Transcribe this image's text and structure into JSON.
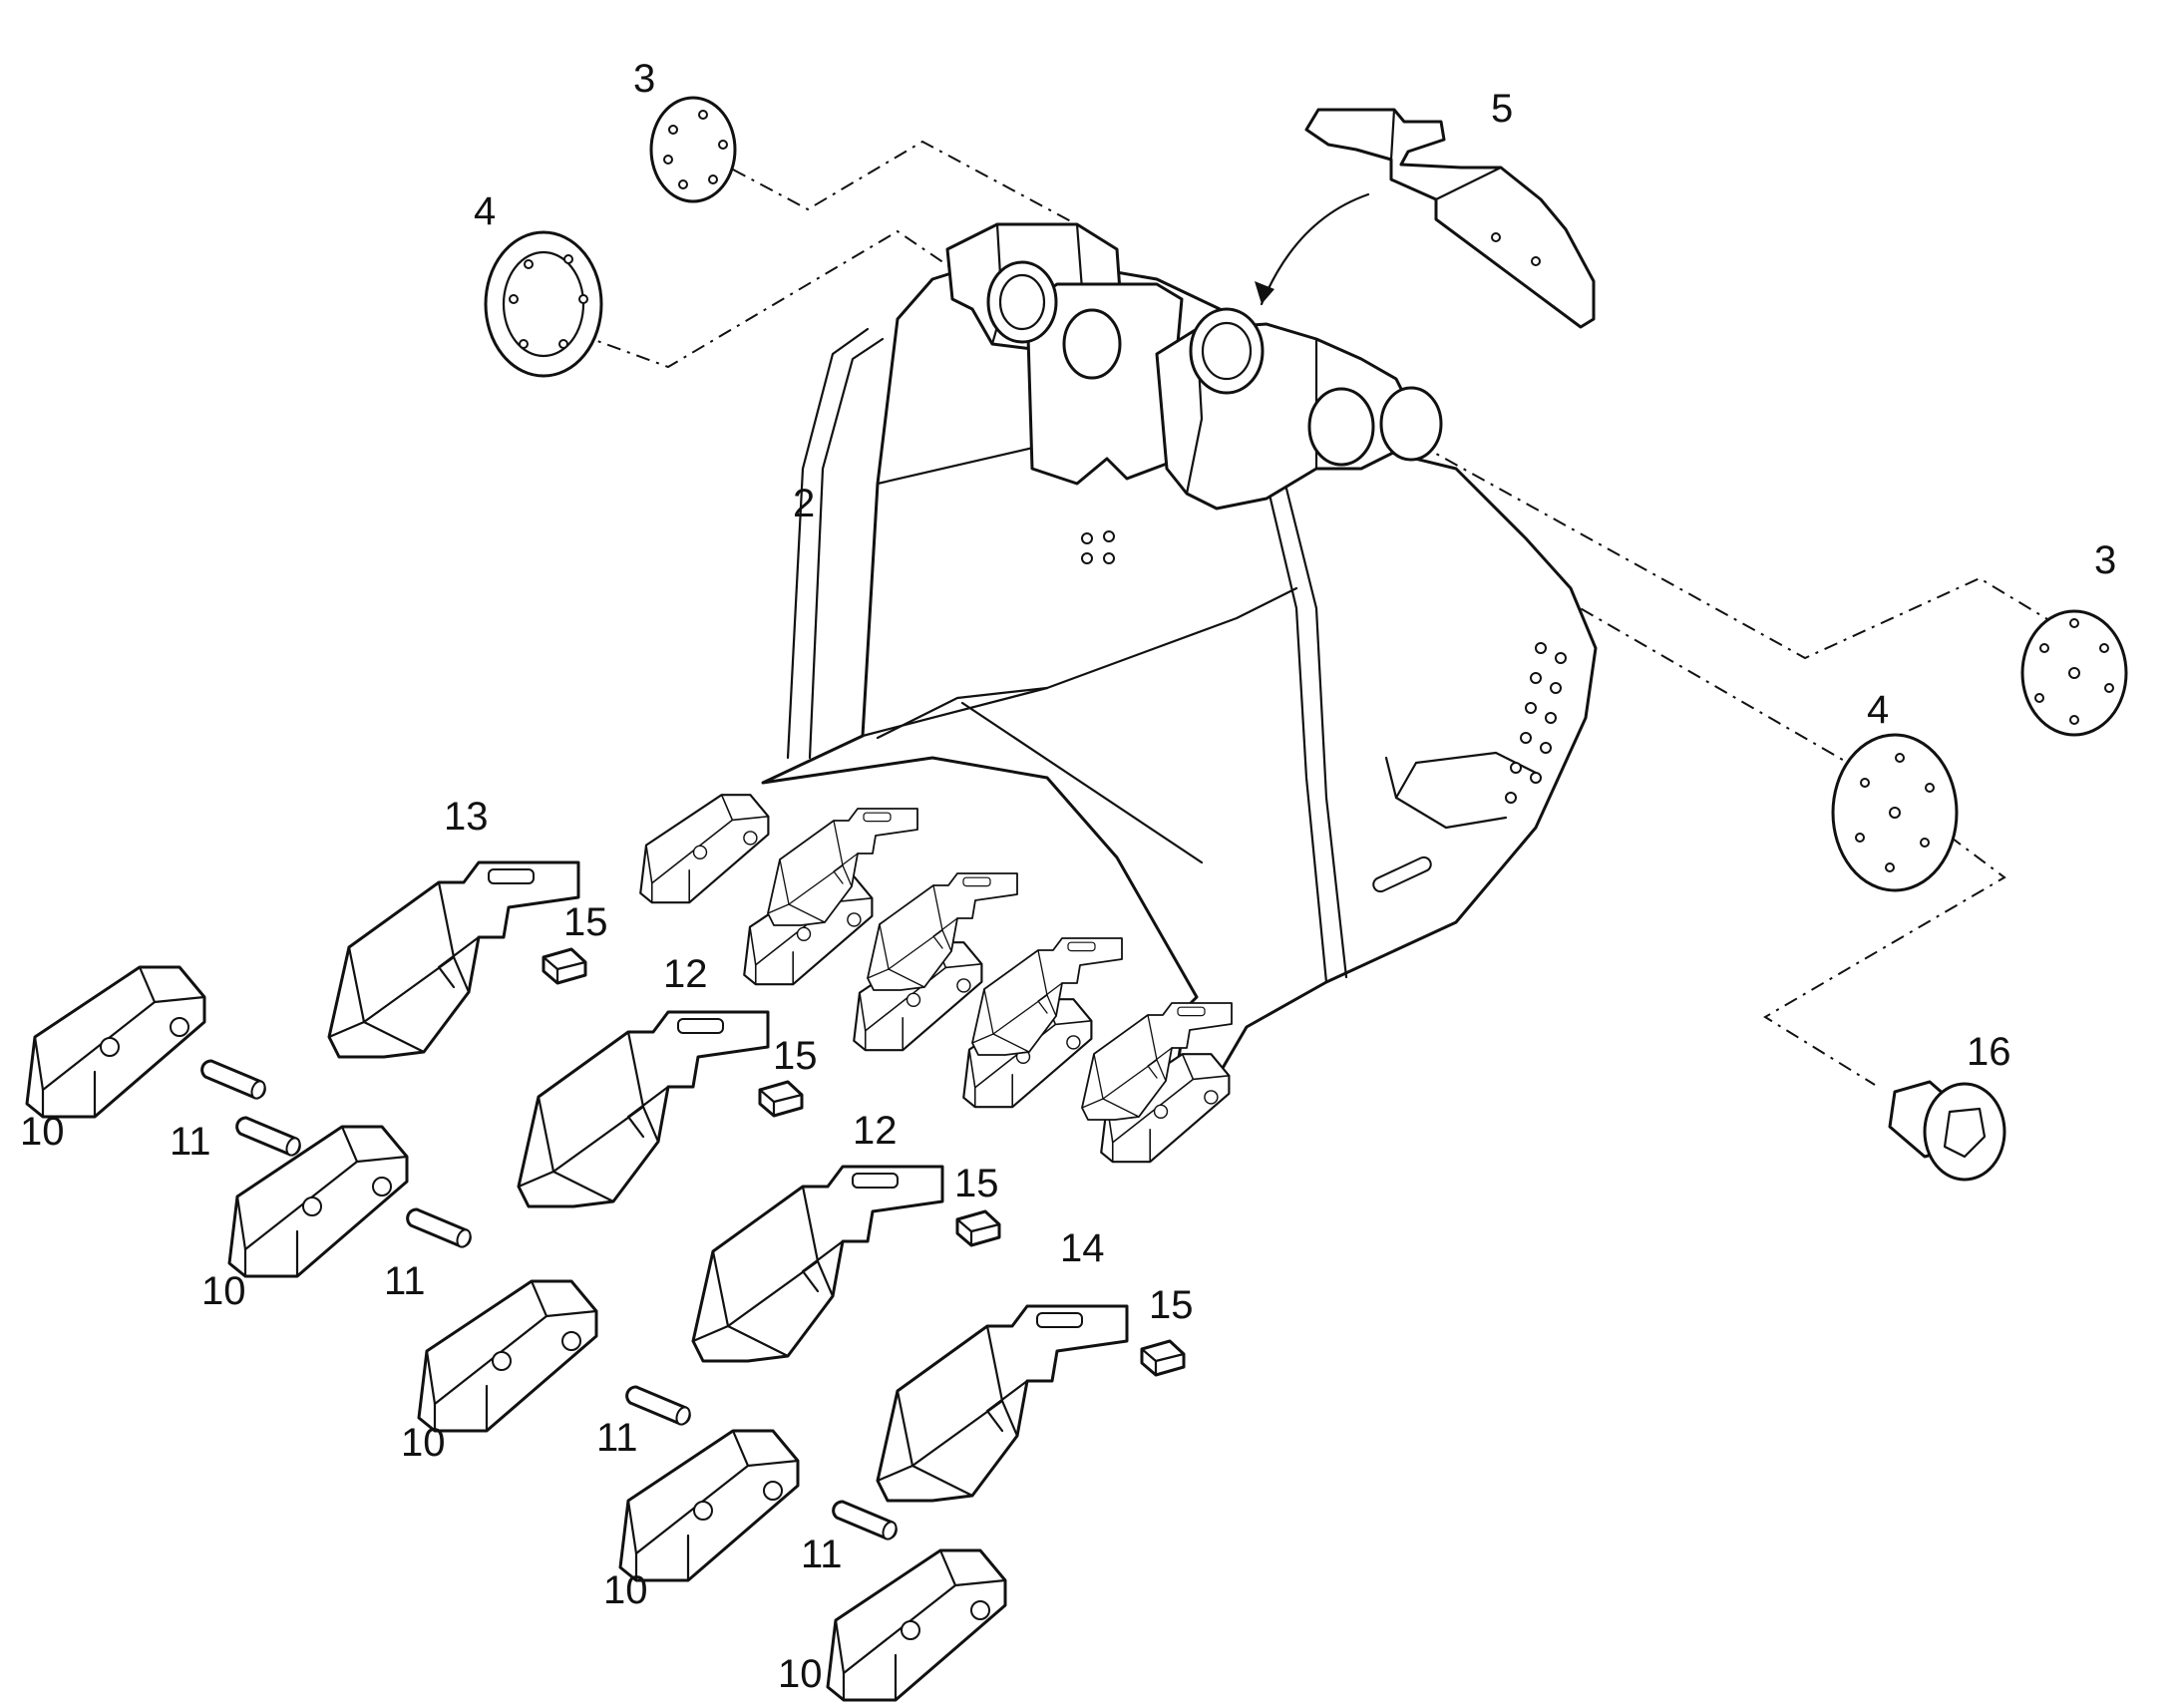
{
  "labels": {
    "bucket": "2",
    "cover_top": "3",
    "cover_right": "3",
    "ring_top": "4",
    "ring_right": "4",
    "wear_plate": "5",
    "tooth_1": "10",
    "tooth_2": "10",
    "tooth_3": "10",
    "tooth_4": "10",
    "tooth_5": "10",
    "pin_1": "11",
    "pin_2": "11",
    "pin_3": "11",
    "pin_4": "11",
    "adapter_a": "12",
    "adapter_b": "12",
    "adapter_corner_left": "13",
    "adapter_corner_right": "14",
    "lock_1": "15",
    "lock_2": "15",
    "lock_3": "15",
    "lock_4": "15",
    "plug": "16"
  },
  "colors": {
    "line": "#111111",
    "background": "#ffffff"
  }
}
